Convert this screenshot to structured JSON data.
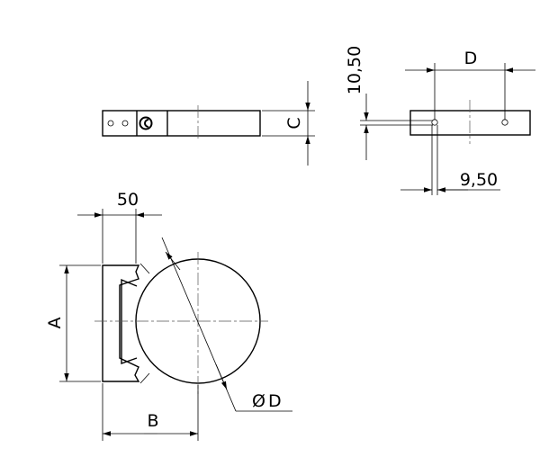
{
  "dimensions": {
    "top_width": "50",
    "height_A": "A",
    "width_B": "B",
    "thickness_C": "C",
    "spacing_D": "D",
    "offset_vertical": "10,50",
    "offset_horizontal": "9,50",
    "diameter_symbol": "Ø",
    "diameter_D": "D"
  }
}
